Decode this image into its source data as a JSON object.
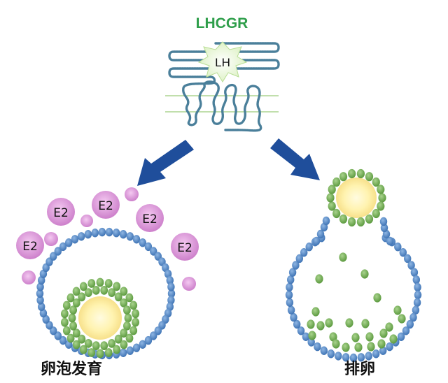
{
  "receptor": {
    "name": "LHCGR",
    "ligand": "LH"
  },
  "hormone_label": "E2",
  "captions": {
    "follicle_development": "卵泡发育",
    "ovulation": "排卵"
  },
  "colors": {
    "title_green": "#2e9e4a",
    "arrow_blue": "#1f4e9b",
    "membrane_blue": "#4f86c6",
    "cell_green": "#6aa84f",
    "oocyte_yellow": "#fff3b0",
    "e2_pink": "#d98ed6",
    "receptor_chain": "#4a7f9a"
  }
}
